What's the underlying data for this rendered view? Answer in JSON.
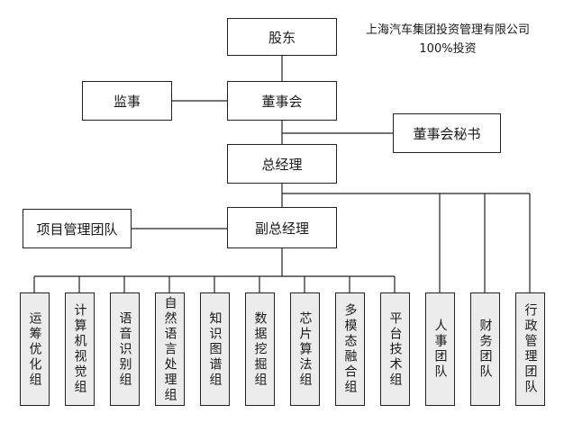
{
  "note": {
    "line1": "上海汽车集团投资管理有限公司",
    "line2": "100%投资"
  },
  "nodes": {
    "shareholder": "股东",
    "board": "董事会",
    "supervisor": "监事",
    "board_secretary": "董事会秘书",
    "general_manager": "总经理",
    "deputy_general_manager": "副总经理",
    "project_management_team": "项目管理团队"
  },
  "groups": [
    "运筹优化组",
    "计算机视觉组",
    "语音识别组",
    "自然语言处理组",
    "知识图谱组",
    "数据挖掘组",
    "芯片算法组",
    "多模态融合组",
    "平台技术组",
    "人事团队",
    "财务团队",
    "行政管理团队"
  ],
  "colors": {
    "line": "#222222",
    "group_fill": "#ececec",
    "box_fill": "#ffffff"
  }
}
